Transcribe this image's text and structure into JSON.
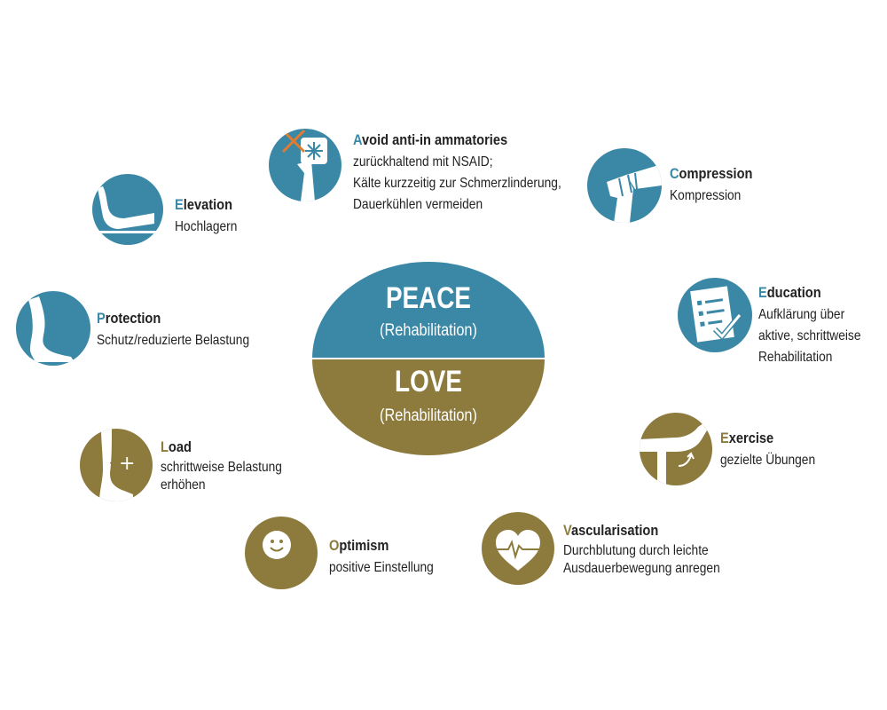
{
  "center": {
    "peace_title": "PEACE",
    "peace_subtitle": "(Rehabilitation)",
    "love_title": "LOVE",
    "love_subtitle": "(Rehabilitation)"
  },
  "colors": {
    "peace": "#3a88a6",
    "love": "#8d7a3d",
    "accent_x": "#e27b2e"
  },
  "peace": [
    {
      "initial": "P",
      "rest": "rotection",
      "desc": [
        "Schutz/reduzierte Belastung"
      ],
      "icon": "foot-protection-icon"
    },
    {
      "initial": "E",
      "rest": "levation",
      "desc": [
        "Hochlagern"
      ],
      "icon": "leg-elevation-icon"
    },
    {
      "initial": "A",
      "rest": "void anti-in ammatories",
      "desc": [
        "zurückhaltend mit NSAID;",
        "Kälte kurzzeitig zur Schmerzlinderung,",
        "Dauerkühlen vermeiden"
      ],
      "icon": "ice-pack-icon"
    },
    {
      "initial": "C",
      "rest": "ompression",
      "desc": [
        "Kompression"
      ],
      "icon": "compression-bandage-icon"
    },
    {
      "initial": "E",
      "rest": "ducation",
      "desc": [
        "Aufklärung über",
        "aktive, schrittweise",
        "Rehabilitation"
      ],
      "icon": "checklist-icon"
    }
  ],
  "love": [
    {
      "initial": "L",
      "rest": "oad",
      "desc": [
        "schrittweise Belastung",
        "erhöhen"
      ],
      "icon": "leg-load-icon"
    },
    {
      "initial": "O",
      "rest": "ptimism",
      "desc": [
        "positive Einstellung"
      ],
      "icon": "smiley-icon"
    },
    {
      "initial": "V",
      "rest": "ascularisation",
      "desc": [
        "Durchblutung durch leichte",
        "Ausdauerbewegung anregen"
      ],
      "icon": "heartbeat-icon"
    },
    {
      "initial": "E",
      "rest": "xercise",
      "desc": [
        "gezielte Übungen"
      ],
      "icon": "leg-exercise-icon"
    }
  ],
  "icon_glyphs": {
    "load_plus": "+",
    "load_arrow": "↓"
  }
}
